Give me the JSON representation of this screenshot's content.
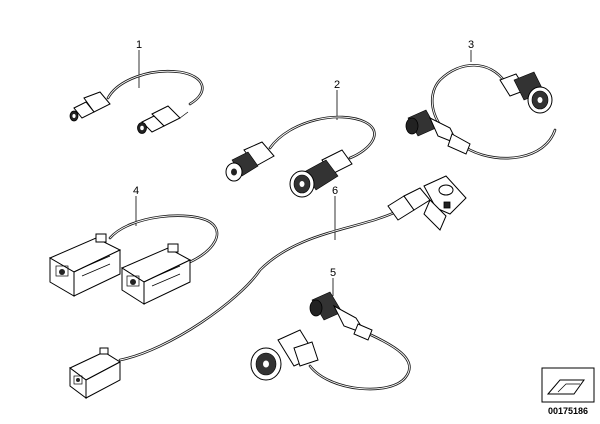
{
  "callouts": {
    "p1": "1",
    "p2": "2",
    "p3": "3",
    "p4": "4",
    "p5": "5",
    "p6": "6"
  },
  "document_number": "00175186"
}
